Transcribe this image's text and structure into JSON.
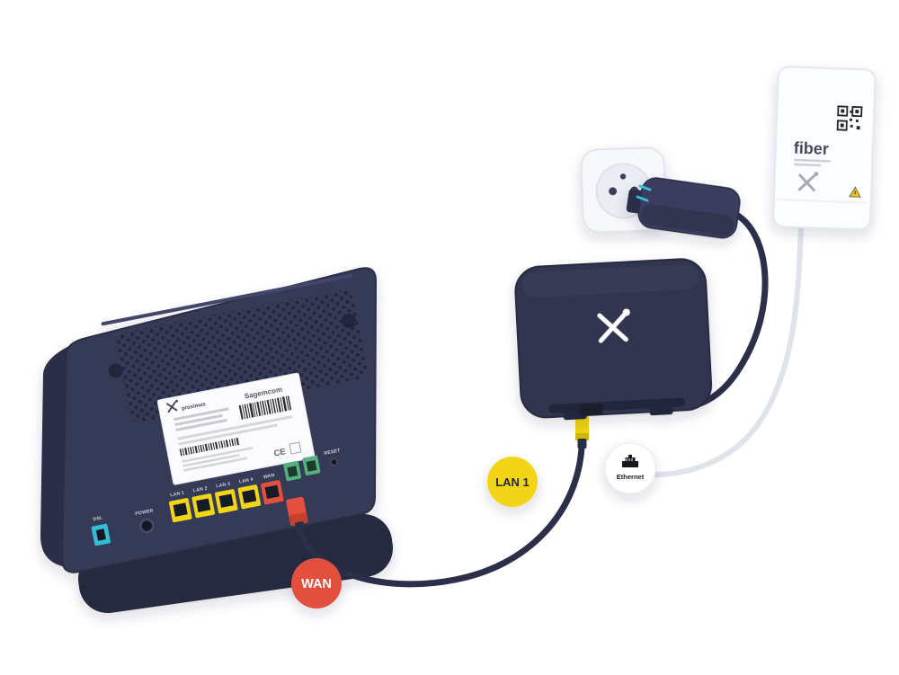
{
  "colors": {
    "background": "#ffffff",
    "device_body": "#363a57",
    "device_dark": "#262940",
    "device_side": "#2b2e47",
    "wan_red": "#e2503c",
    "lan_yellow": "#f2d512",
    "phone_green": "#55b07f",
    "dsl_cyan": "#35bcd9",
    "cable_dark": "#2c2f49",
    "cable_light": "#dfe3ea",
    "plug_accent": "#35bcd9"
  },
  "badges": {
    "wan": {
      "label": "WAN"
    },
    "lan1": {
      "label": "LAN 1"
    },
    "ethernet": {
      "label": "Ethernet",
      "icon": "rj45-icon"
    }
  },
  "router": {
    "label_sticker": {
      "logo_icon": "proximus-logo",
      "logo_text": "proximus",
      "brand": "Sagemcom",
      "ce_mark": "CE"
    },
    "ports": [
      {
        "id": "dsl",
        "label": "DSL"
      },
      {
        "id": "power",
        "label": "POWER"
      },
      {
        "id": "lan1",
        "label": "LAN 1"
      },
      {
        "id": "lan2",
        "label": "LAN 2"
      },
      {
        "id": "lan3",
        "label": "LAN 3"
      },
      {
        "id": "lan4",
        "label": "LAN 4"
      },
      {
        "id": "wan",
        "label": "WAN"
      },
      {
        "id": "reset",
        "label": "RESET"
      }
    ]
  },
  "ont": {
    "logo_icon": "proximus-logo"
  },
  "fiber_box": {
    "label": "fiber",
    "icons": [
      "qr-code",
      "proximus-logo",
      "warning-triangle"
    ]
  }
}
